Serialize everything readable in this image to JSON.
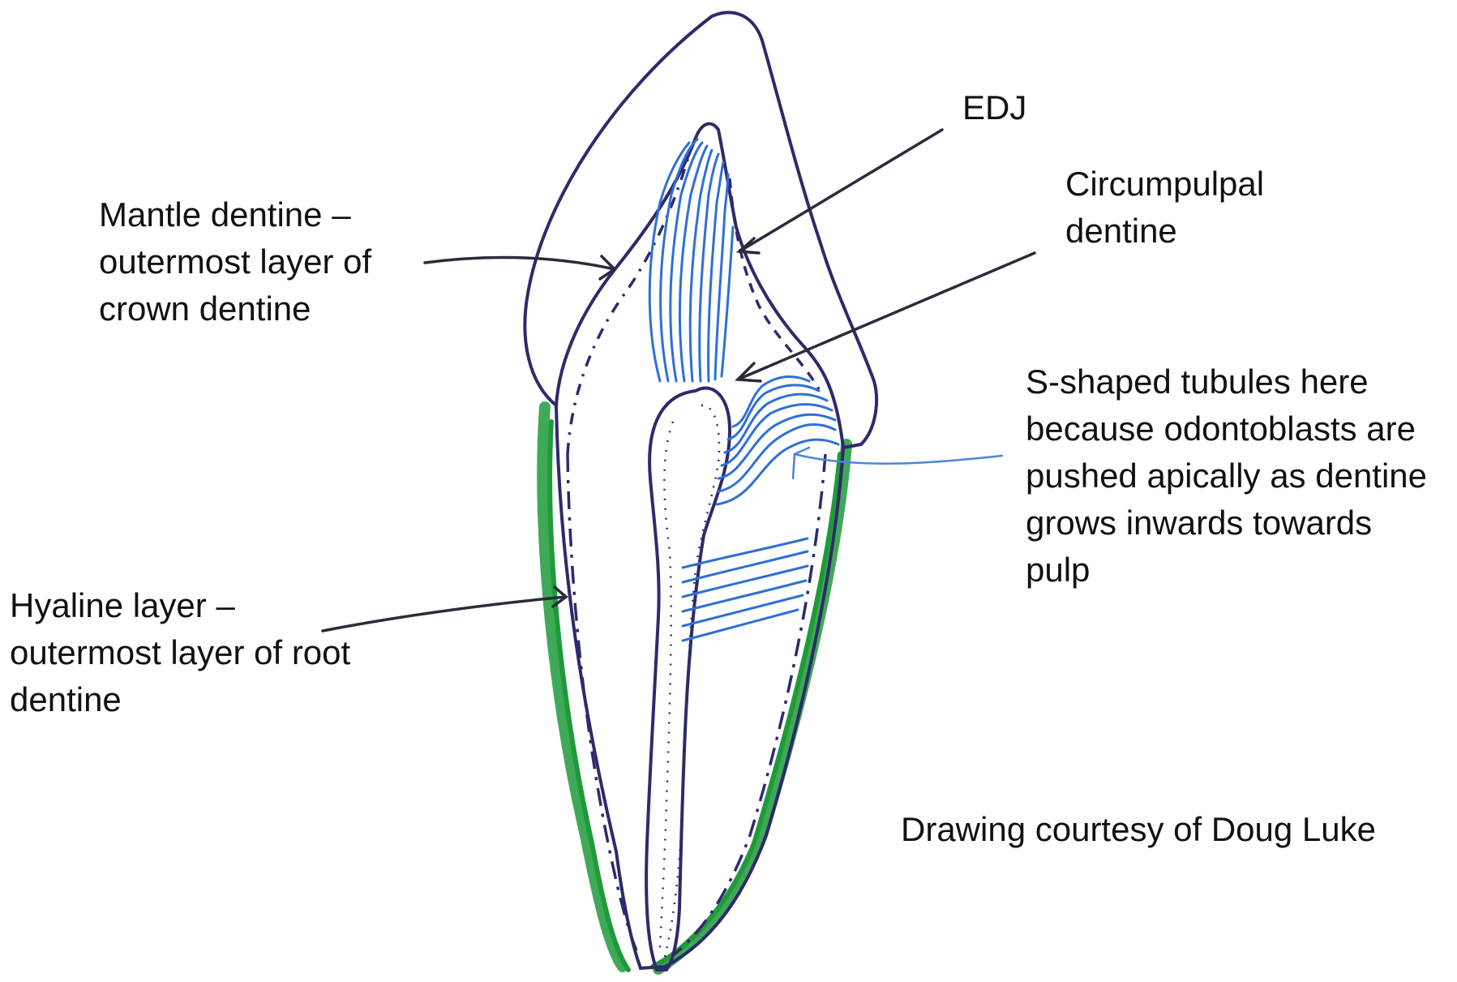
{
  "labels": {
    "edj": [
      "EDJ"
    ],
    "circumpulpal": [
      "Circumpulpal",
      "dentine"
    ],
    "mantle": [
      "Mantle dentine –",
      "outermost layer of",
      "crown dentine"
    ],
    "s_shaped": [
      "S-shaped tubules here",
      "because odontoblasts are",
      "pushed apically as dentine",
      "grows inwards towards",
      "pulp"
    ],
    "hyaline": [
      "Hyaline layer –",
      "outermost layer of root",
      "dentine"
    ],
    "credit": [
      "Drawing courtesy of Doug Luke"
    ]
  },
  "colors": {
    "outline": "#2e2a6b",
    "tubules": "#2f6fd6",
    "cementum": "#1f9a3a",
    "arrow": "#2b2b3a",
    "text": "#111111"
  }
}
